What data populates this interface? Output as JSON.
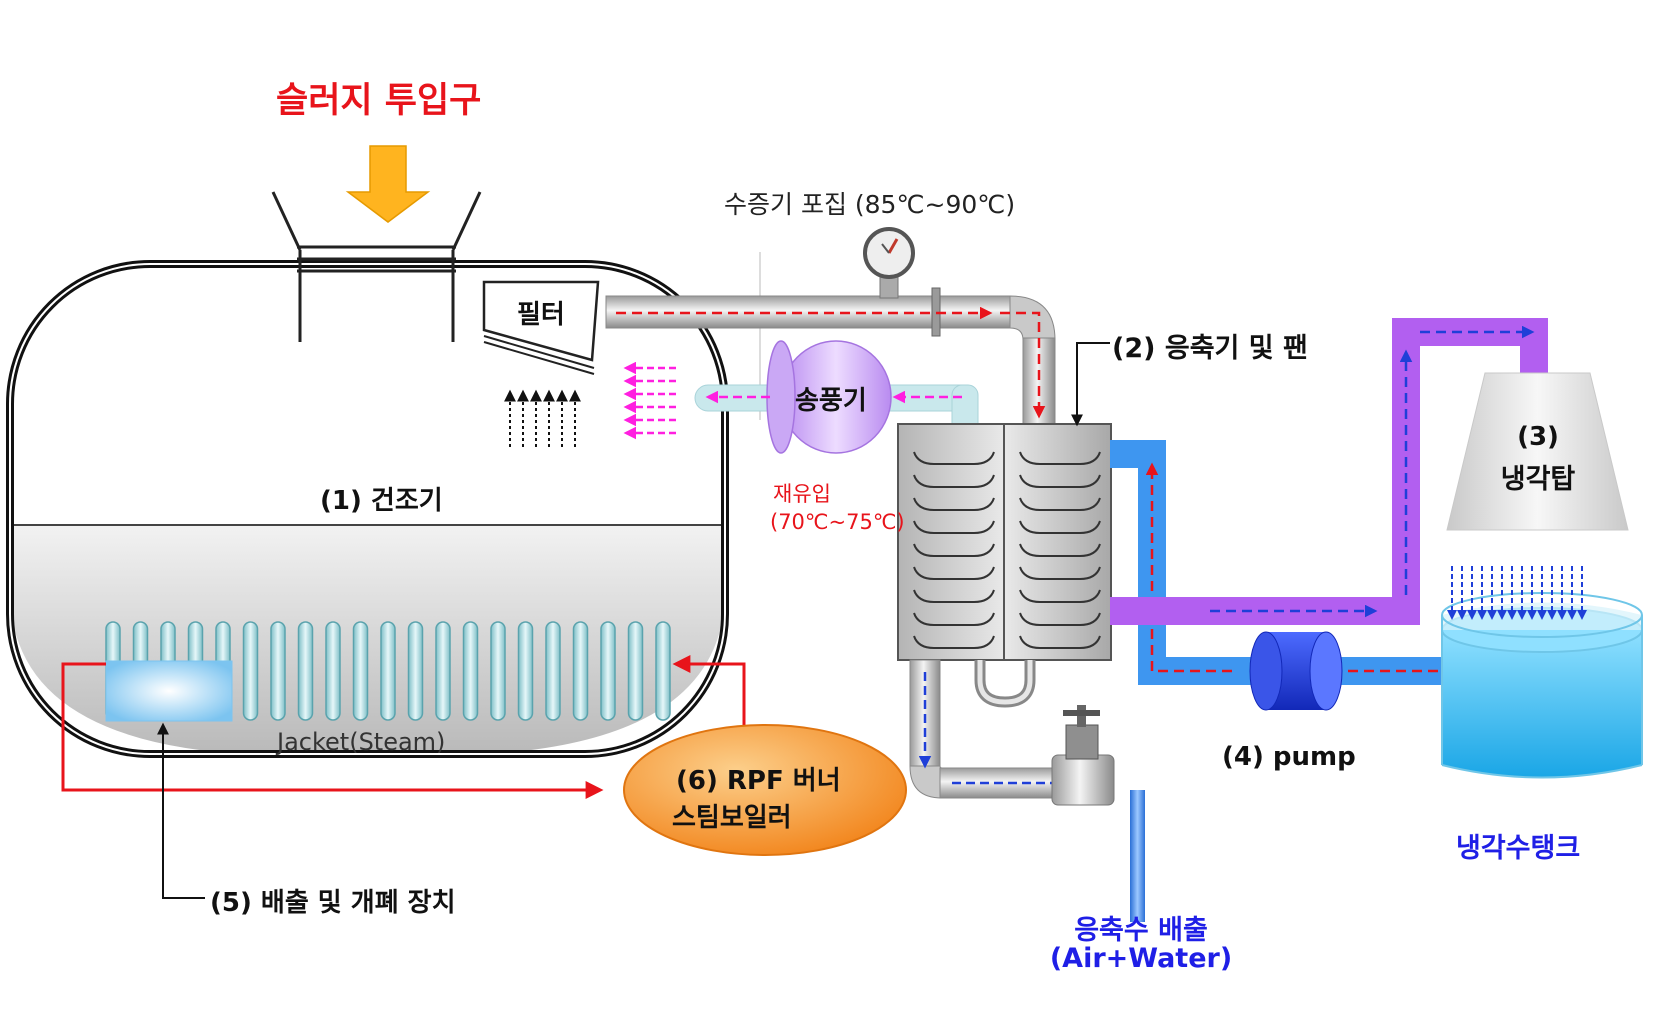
{
  "labels": {
    "sludge_inlet": "슬러지 투입구",
    "filter": "필터",
    "steam_capture": "수증기 포집 (85℃~90℃)",
    "condenser_fan": "(2) 응축기 및 팬",
    "blower": "송풍기",
    "reflow": "재유입",
    "reflow_temp": "(70℃~75℃)",
    "dryer": "(1) 건조기",
    "cooling_tower_num": "(3)",
    "cooling_tower": "냉각탑",
    "jacket": "Jacket(Steam)",
    "burner_line1": "(6) RPF 버너",
    "burner_line2": "스팀보일러",
    "pump": "(4) pump",
    "coolant_tank": "냉각수탱크",
    "discharge_device": "(5) 배출 및 개폐 장치",
    "condensate_line1": "응축수 배출",
    "condensate_line2": "(Air+Water)"
  },
  "colors": {
    "red_text": "#e8141b",
    "blue_text": "#1f1fe6",
    "steam_arrow": "#e8141b",
    "air_arrow": "#ff1fe0",
    "water_arrow": "#1f3fd8",
    "purple_pipe": "#b25ff0",
    "blue_pipe": "#3e96f0",
    "orange_burner": "#f59427"
  },
  "icons": [
    "arrow-down-icon",
    "pressure-gauge-icon",
    "valve-icon"
  ]
}
